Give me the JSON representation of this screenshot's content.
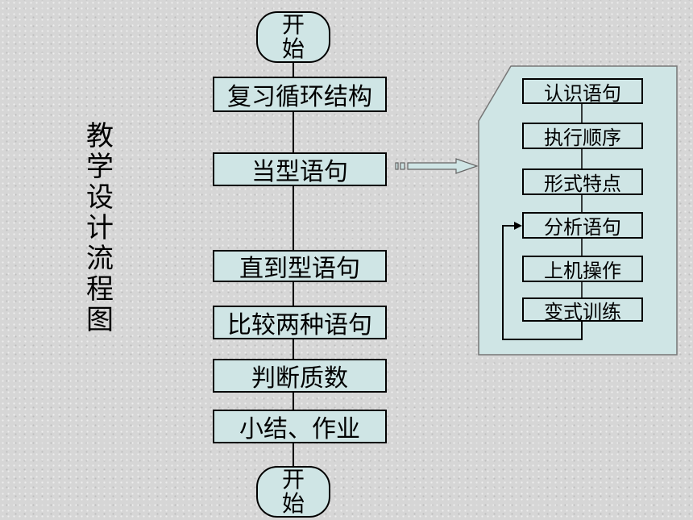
{
  "title": "教学设计流程图",
  "main_flow": {
    "start": "开始",
    "steps": [
      "复习循环结构",
      "当型语句",
      "直到型语句",
      "比较两种语句",
      "判断质数",
      "小结、作业"
    ],
    "end": "开始"
  },
  "detail_flow": {
    "steps": [
      "认识语句",
      "执行顺序",
      "形式特点",
      "分析语句",
      "上机操作",
      "变式训练"
    ]
  },
  "colors": {
    "box_fill": "#cfe5e5",
    "panel_fill": "#cfe5e5",
    "line": "#000000"
  }
}
